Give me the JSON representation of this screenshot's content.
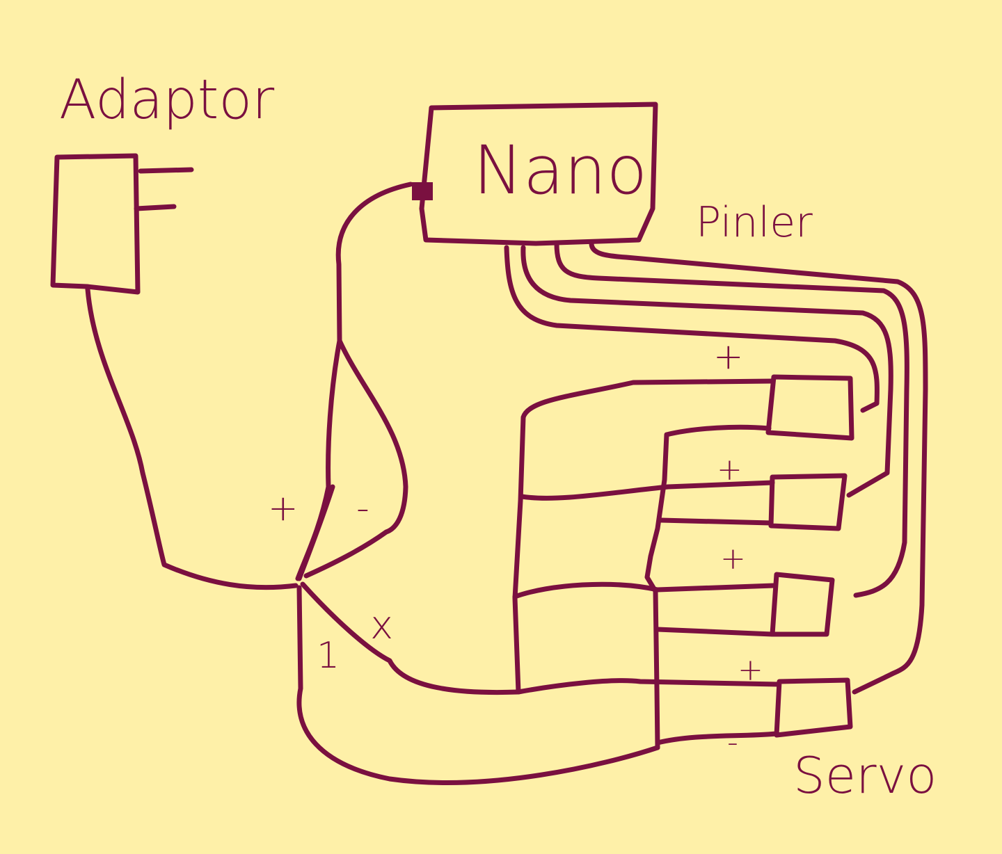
{
  "labels": {
    "adaptor": "Adaptor",
    "nano": "Nano",
    "pins": "Pinler",
    "servo": "Servo"
  },
  "marks": {
    "plus": "+",
    "minus": "-",
    "signal": "x",
    "one": "1"
  },
  "colors": {
    "background": "#fef0a8",
    "ink": "#7a1040"
  }
}
